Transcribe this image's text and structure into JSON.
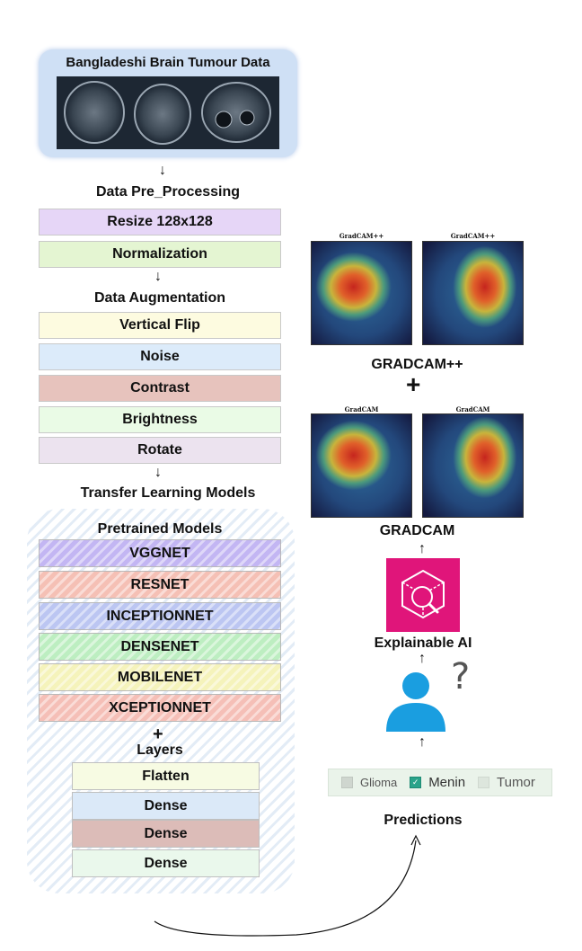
{
  "dataset": {
    "title": "Bangladeshi Brain Tumour Data"
  },
  "steps": {
    "preprocessing_title": "Data Pre_Processing",
    "preprocessing": [
      "Resize 128x128",
      "Normalization"
    ],
    "augmentation_title": "Data Augmentation",
    "augmentation": [
      "Vertical Flip",
      "Noise",
      "Contrast",
      "Brightness",
      "Rotate"
    ],
    "transfer_title": "Transfer Learning Models"
  },
  "models": {
    "title": "Pretrained Models",
    "items": [
      "VGGNET",
      "RESNET",
      "INCEPTIONNET",
      "DENSENET",
      "MOBILENET",
      "XCEPTIONNET"
    ],
    "plus": "+",
    "layers_title": "Layers",
    "layers": [
      "Flatten",
      "Dense",
      "Dense",
      "Dense"
    ]
  },
  "xai": {
    "gradcampp_panel_label": "GradCAM++",
    "gradcampp_title": "GRADCAM++",
    "plus": "+",
    "gradcam_panel_label": "GradCAM",
    "gradcam_title": "GRADCAM",
    "explainable_title": "Explainable AI",
    "question_mark": "?"
  },
  "predictions": {
    "options": [
      {
        "label": "Glioma",
        "checked": false
      },
      {
        "label": "Menin",
        "checked": true
      },
      {
        "label": "Tumor",
        "checked": false
      }
    ],
    "title": "Predictions"
  },
  "colors": {
    "resize": "#e6d6f7",
    "normalization": "#e4f5d2",
    "vertical_flip": "#fdfbe0",
    "noise": "#dcebfa",
    "contrast": "#e7c3bd",
    "brightness": "#eafbe6",
    "rotate": "#ece3ef",
    "vggnet": "#c3b6f3",
    "resnet": "#f5c0b5",
    "inceptionnet": "#bcc6f2",
    "densenet": "#bdeec1",
    "mobilenet": "#f5f3bb",
    "xceptionnet": "#f5bfb7",
    "xai_icon": "#e0157a"
  }
}
